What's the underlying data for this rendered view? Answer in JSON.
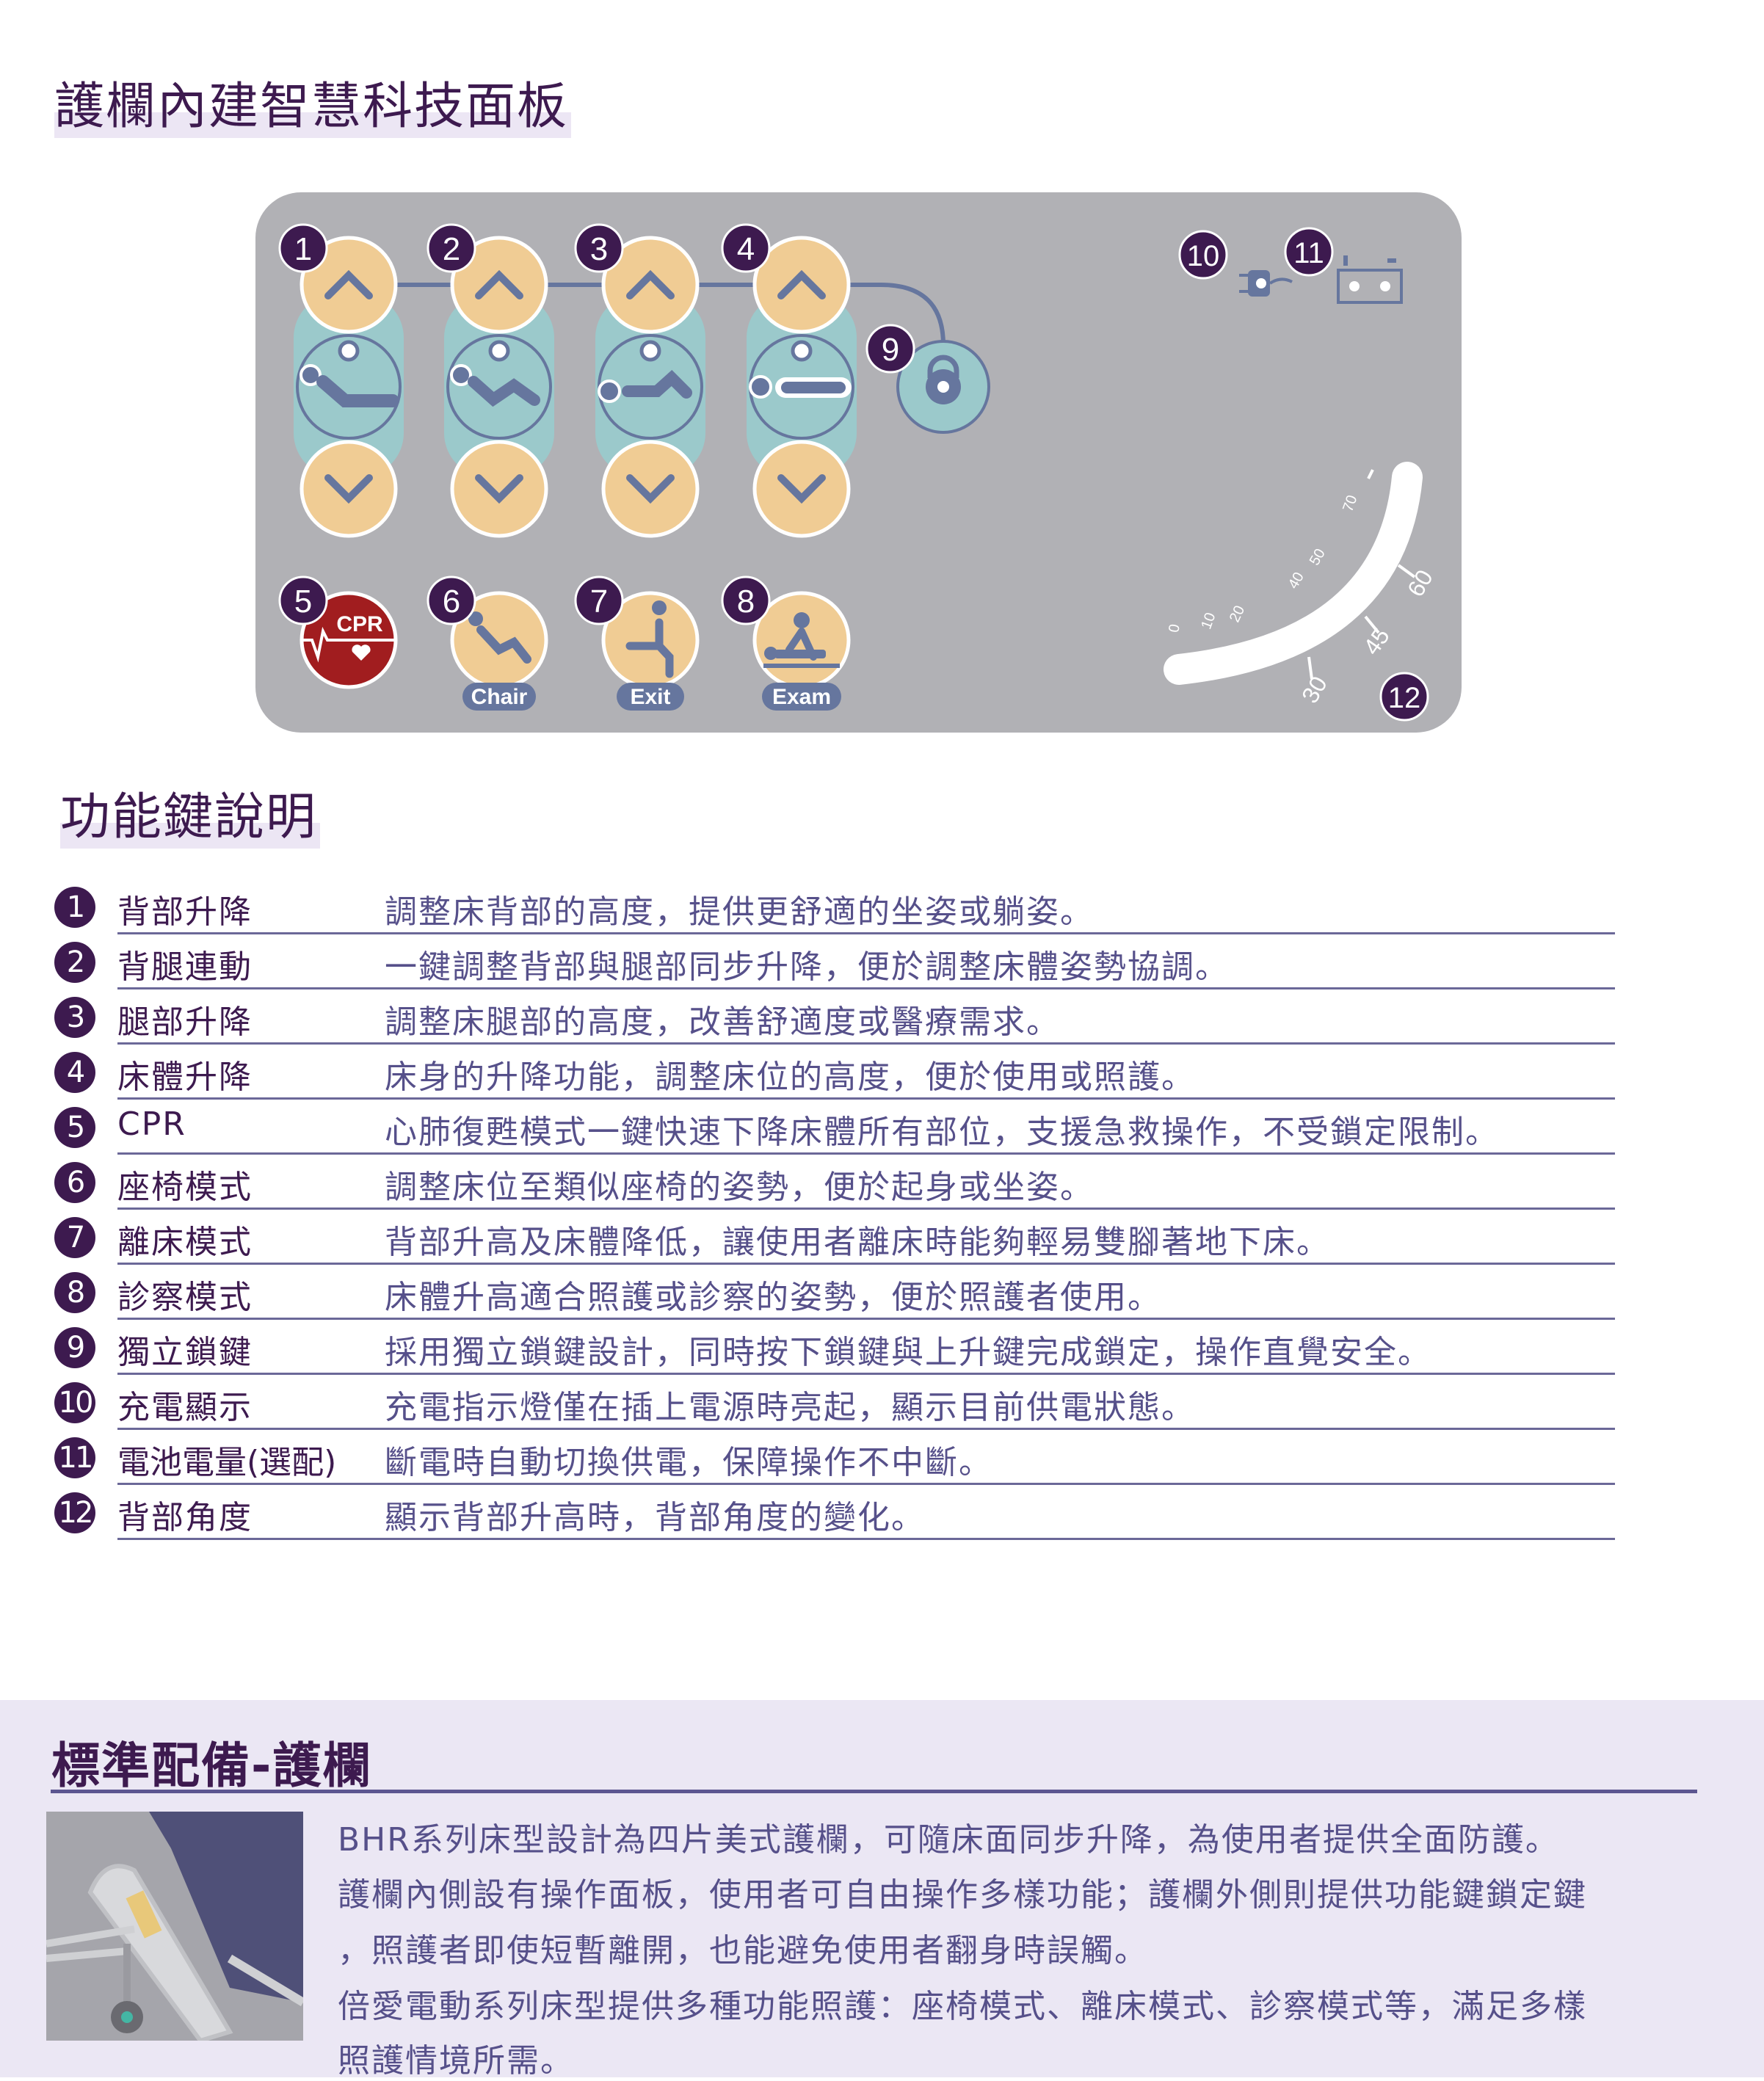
{
  "title": "護欄內建智慧科技面板",
  "panel": {
    "badges": [
      "1",
      "2",
      "3",
      "4",
      "5",
      "6",
      "7",
      "8",
      "9",
      "10",
      "11",
      "12"
    ],
    "mode_labels": {
      "chair": "Chair",
      "exit": "Exit",
      "exam": "Exam"
    },
    "cpr_label": "CPR",
    "gauge_ticks": [
      "0",
      "10",
      "20",
      "40",
      "50",
      "70",
      "30",
      "45",
      "60"
    ]
  },
  "section_title": "功能鍵說明",
  "functions": [
    {
      "num": "1",
      "label": "背部升降",
      "desc": "調整床背部的高度，提供更舒適的坐姿或躺姿。"
    },
    {
      "num": "2",
      "label": "背腿連動",
      "desc": "一鍵調整背部與腿部同步升降，便於調整床體姿勢協調。"
    },
    {
      "num": "3",
      "label": "腿部升降",
      "desc": "調整床腿部的高度，改善舒適度或醫療需求。"
    },
    {
      "num": "4",
      "label": "床體升降",
      "desc": "床身的升降功能，調整床位的高度，便於使用或照護。"
    },
    {
      "num": "5",
      "label": "CPR",
      "desc": "心肺復甦模式一鍵快速下降床體所有部位，支援急救操作，不受鎖定限制。"
    },
    {
      "num": "6",
      "label": "座椅模式",
      "desc": "調整床位至類似座椅的姿勢，便於起身或坐姿。"
    },
    {
      "num": "7",
      "label": "離床模式",
      "desc": "背部升高及床體降低，讓使用者離床時能夠輕易雙腳著地下床。"
    },
    {
      "num": "8",
      "label": "診察模式",
      "desc": "床體升高適合照護或診察的姿勢，便於照護者使用。"
    },
    {
      "num": "9",
      "label": "獨立鎖鍵",
      "desc": "採用獨立鎖鍵設計，同時按下鎖鍵與上升鍵完成鎖定，操作直覺安全。"
    },
    {
      "num": "10",
      "label": "充電顯示",
      "desc": "充電指示燈僅在插上電源時亮起，顯示目前供電狀態。"
    },
    {
      "num": "11",
      "label": "電池電量(選配)",
      "desc": "斷電時自動切換供電，保障操作不中斷。"
    },
    {
      "num": "12",
      "label": "背部角度",
      "desc": "顯示背部升高時，背部角度的變化。"
    }
  ],
  "standard": {
    "title": "標準配備-護欄",
    "lines": [
      "BHR系列床型設計為四片美式護欄，可隨床面同步升降，為使用者提供全面防護。",
      "護欄內側設有操作面板，使用者可自由操作多樣功能；護欄外側則提供功能鍵鎖定鍵",
      "，照護者即使短暫離開，也能避免使用者翻身時誤觸。",
      "倍愛電動系列床型提供多種功能照護：座椅模式、離床模式、診察模式等，滿足多樣",
      "照護情境所需。"
    ]
  },
  "colors": {
    "brand": "#3d1a4f",
    "panel": "#b1b1b5",
    "button": "#f0cc94",
    "teal": "#9bc9cb",
    "icon": "#66769e",
    "cpr": "#a11d1f"
  }
}
